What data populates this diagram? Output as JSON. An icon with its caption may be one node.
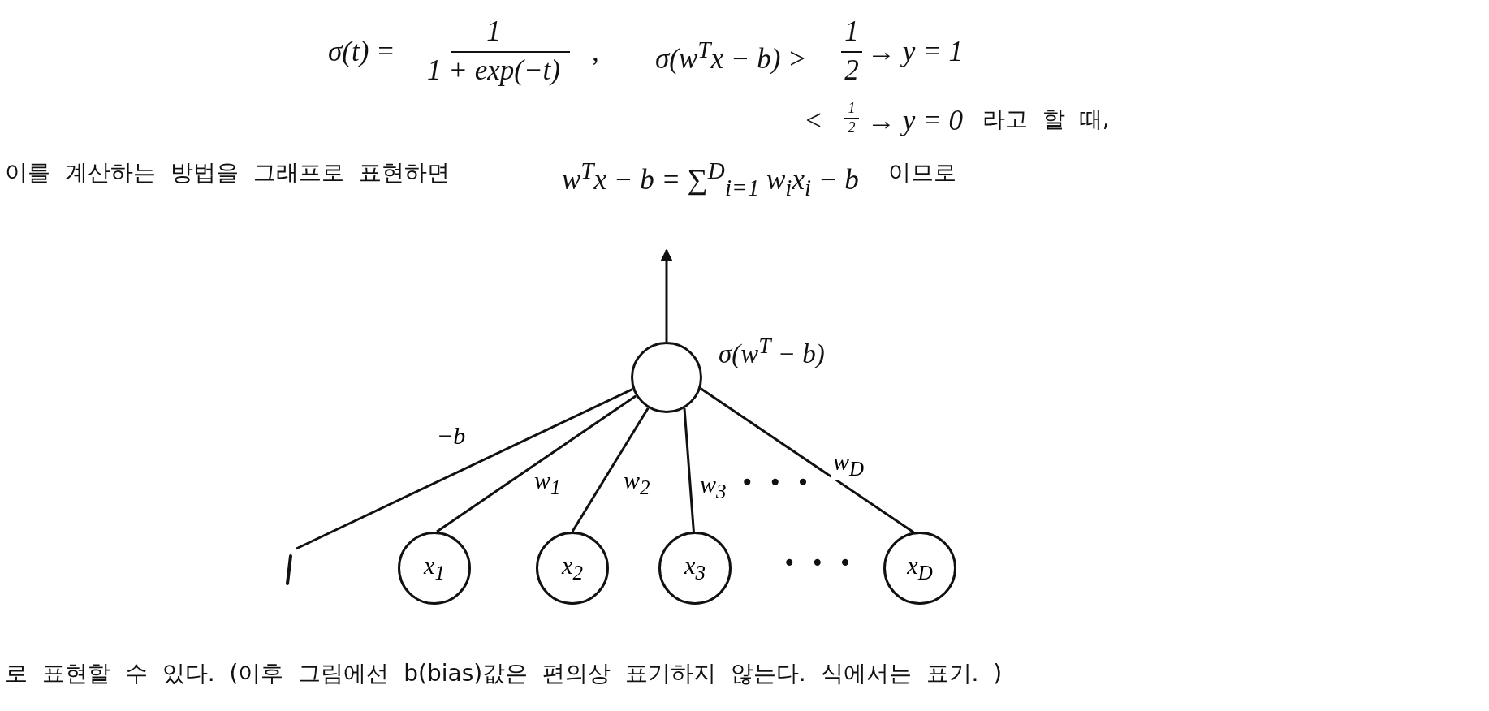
{
  "diagram": {
    "nodes": [
      {
        "text": [],
        "shape": "circle",
        "beside": [
          "σ(w$^{T}$ − b)"
        ]
      },
      {
        "text": [
          "x$_{1}$"
        ]
      },
      {
        "text": [
          "x$_{2}$"
        ]
      },
      {
        "text": [
          "x$_{3}$"
        ]
      },
      {
        "text": [
          "x$_{D}$"
        ]
      }
    ],
    "edges": [
      {
        "from": 0,
        "to": null,
        "arrow": "to"
      },
      {
        "from": null,
        "to": 0,
        "arrow": "none",
        "label": "−b"
      },
      {
        "from": 1,
        "to": 0,
        "arrow": "none",
        "label": "w$_{1}$"
      },
      {
        "from": 2,
        "to": 0,
        "arrow": "none",
        "label": "w$_{2}$"
      },
      {
        "from": 3,
        "to": 0,
        "arrow": "none",
        "label": "w$_{3}$"
      },
      {
        "from": 4,
        "to": 0,
        "arrow": "none",
        "label": "w$_{D}$"
      }
    ],
    "labels": [
      "σ(t) =",
      "1",
      "1 + exp(−t)",
      ",",
      "σ(w$^{T}$x − b) >",
      "1",
      "2",
      "→ y = 1",
      "<",
      "1",
      "2",
      "→ y = 0",
      "라고 할 때,",
      "이를 계산하는 방법을 그래프로 표현하면",
      "w$^{T}$x − b = ∑$^{D}$$_{i=1}$ w$_{i}$x$_{i}$ − b",
      "이므로",
      "• • •",
      "• • •",
      "로 표현할 수 있다. (이후 그림에선 b(bias)값은 편의상 표기하지 않는다. 식에서는 표기. )"
    ]
  }
}
